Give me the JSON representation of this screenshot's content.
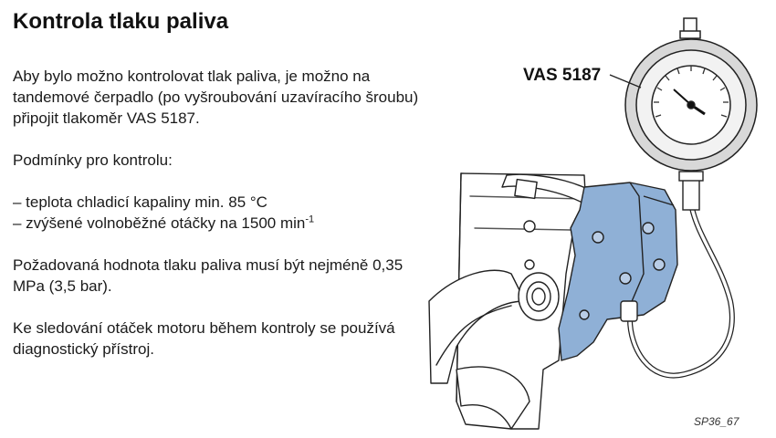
{
  "page": {
    "title": "Kontrola tlaku paliva",
    "intro": "Aby bylo možno kontrolovat tlak paliva, je možno na tandemové čerpadlo (po vyšroubování uzavíracího šroubu) připojit tlakoměr VAS 5187.",
    "conditions_heading": "Podmínky pro kontrolu:",
    "condition_1": "– teplota chladicí kapaliny min. 85 °C",
    "condition_2": "– zvýšené volnoběžné otáčky na 1500 min",
    "condition_2_sup": "-1",
    "required_value": "Požadovaná hodnota tlaku paliva musí být nejméně 0,35 MPa (3,5 bar).",
    "monitoring": "Ke sledování otáček motoru během kontroly se používá diagnostický přístroj."
  },
  "illustration": {
    "gauge_label": "VAS 5187",
    "figure_id": "SP36_67",
    "pump_color": "#8fb0d6"
  }
}
